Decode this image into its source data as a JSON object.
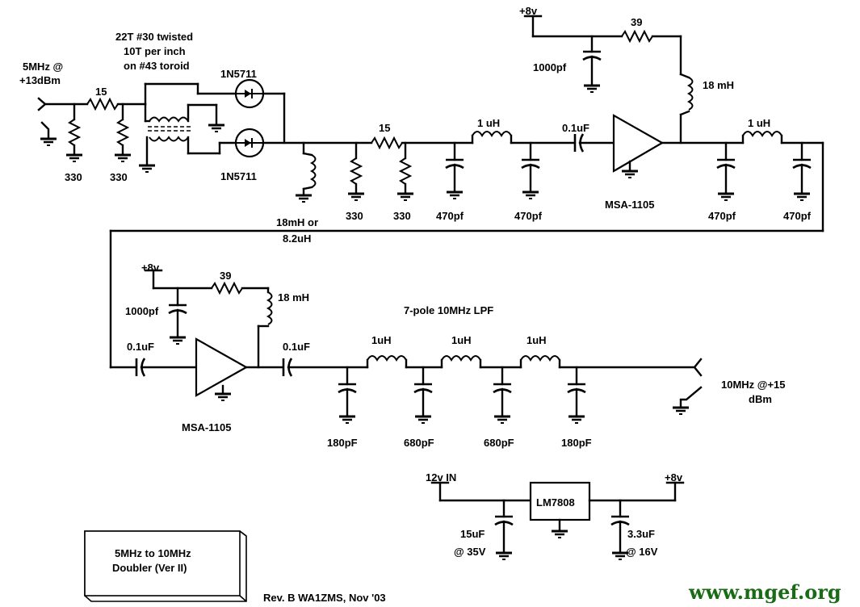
{
  "labels": {
    "input_line1": "5MHz @",
    "input_line2": "+13dBm",
    "toroid_line1": "22T #30 twisted",
    "toroid_line2": "10T per inch",
    "toroid_line3": "on #43 toroid",
    "diode_top": "1N5711",
    "diode_bottom": "1N5711",
    "r_series_in": "15",
    "r_shunt1": "330",
    "r_shunt2": "330",
    "choke1_line1": "18mH or",
    "choke1_line2": "8.2uH",
    "r_shunt3": "330",
    "r_series_mid": "15",
    "r_shunt4": "330",
    "c_470_1": "470pf",
    "l_1uh_1": "1 uH",
    "c_470_2": "470pf",
    "c_coup1": "0.1uF",
    "amp1": "MSA-1105",
    "vcc1": "+8v",
    "r_bias1": "39",
    "c_1000_1": "1000pf",
    "choke_18mh_1": "18 mH",
    "l_1uh_2": "1 uH",
    "c_470_3": "470pf",
    "c_470_4": "470pf",
    "vcc2": "+8v",
    "r_bias2": "39",
    "c_1000_2": "1000pf",
    "choke_18mh_2": "18 mH",
    "c_coup2": "0.1uF",
    "amp2": "MSA-1105",
    "c_coup3": "0.1uF",
    "lpf_title": "7-pole 10MHz LPF",
    "lpf_l1": "1uH",
    "lpf_l2": "1uH",
    "lpf_l3": "1uH",
    "lpf_c1": "180pF",
    "lpf_c2": "680pF",
    "lpf_c3": "680pF",
    "lpf_c4": "180pF",
    "output_line1": "10MHz @+15",
    "output_line2": "dBm",
    "reg_in": "12v IN",
    "reg_chip": "LM7808",
    "reg_out": "+8v",
    "reg_c_in_line1": "15uF",
    "reg_c_in_line2": "@ 35V",
    "reg_c_out_line1": "3.3uF",
    "reg_c_out_line2": "@ 16V",
    "title_line1": "5MHz to 10MHz",
    "title_line2": "Doubler  (Ver II)",
    "revision": "Rev. B   WA1ZMS, Nov '03",
    "website": "www.mgef.org"
  },
  "colors": {
    "ink": "#000000",
    "website": "#1a6b16",
    "background": "#ffffff"
  }
}
